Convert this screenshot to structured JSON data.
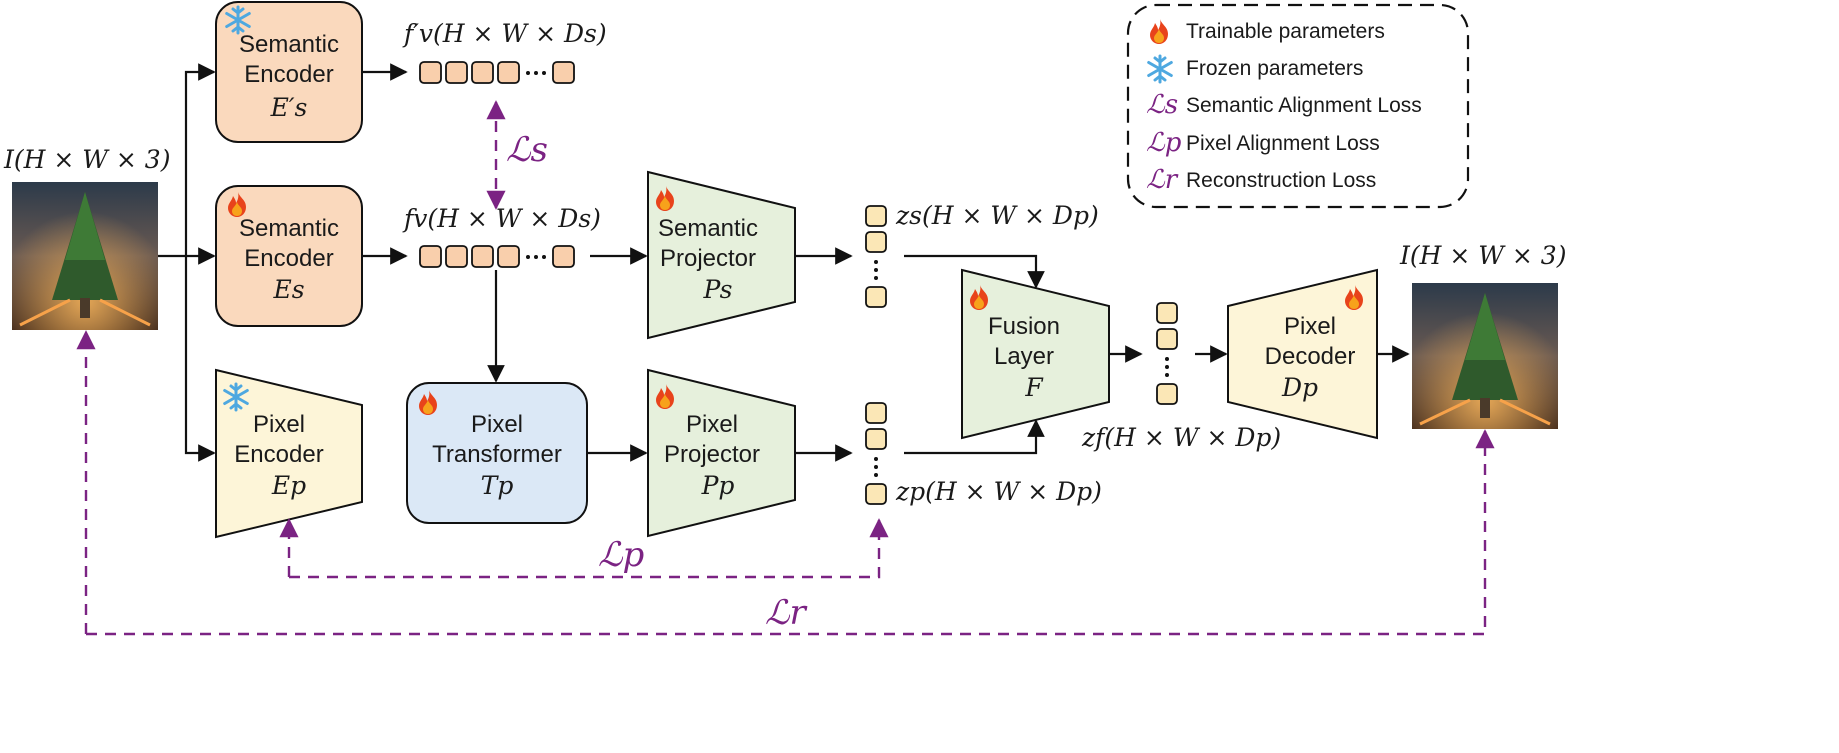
{
  "input_label": "I(H × W × 3)",
  "output_label": "I(H × W × 3)",
  "semantic_encoder_frozen": {
    "line1": "Semantic",
    "line2": "Encoder",
    "symbol": "E′s"
  },
  "semantic_encoder": {
    "line1": "Semantic",
    "line2": "Encoder",
    "symbol": "Es"
  },
  "pixel_encoder": {
    "line1": "Pixel",
    "line2": "Encoder",
    "symbol": "Ep"
  },
  "pixel_transformer": {
    "line1": "Pixel",
    "line2": "Transformer",
    "symbol": "Tp"
  },
  "semantic_projector": {
    "line1": "Semantic",
    "line2": "Projector",
    "symbol": "Ps"
  },
  "pixel_projector": {
    "line1": "Pixel",
    "line2": "Projector",
    "symbol": "Pp"
  },
  "fusion_layer": {
    "line1": "Fusion",
    "line2": "Layer",
    "symbol": "F"
  },
  "pixel_decoder": {
    "line1": "Pixel",
    "line2": "Decoder",
    "symbol": "Dp"
  },
  "features": {
    "fv_prime": "f′v(H × W × Ds)",
    "fv": "fv(H × W × Ds)",
    "zs": "zs(H × W × Dp)",
    "zp": "zp(H × W × Dp)",
    "zf": "zf(H × W × Dp)"
  },
  "losses": {
    "Ls": "ℒs",
    "Lp": "ℒp",
    "Lr": "ℒr"
  },
  "legend": [
    {
      "icon": "fire-icon",
      "text": "Trainable parameters"
    },
    {
      "icon": "snowflake-icon",
      "text": "Frozen parameters"
    },
    {
      "symbol": "ℒs",
      "text": "Semantic Alignment Loss"
    },
    {
      "symbol": "ℒp",
      "text": "Pixel Alignment Loss"
    },
    {
      "symbol": "ℒr",
      "text": "Reconstruction Loss"
    }
  ],
  "colors": {
    "encoder_semantic": "#fad9bd",
    "encoder_pixel": "#fdf5d8",
    "transformer": "#dbe8f6",
    "projector": "#e6f0dc",
    "token": "#f9cfac",
    "token_yellow": "#fbe7b6",
    "loss_purple": "#7b2383"
  }
}
